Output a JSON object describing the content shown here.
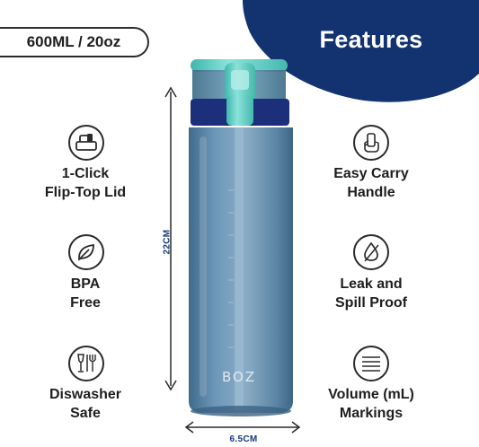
{
  "capacity_badge": "600ML / 20oz",
  "features_heading": "Features",
  "features_left": [
    {
      "line1": "1-Click",
      "line2": "Flip-Top Lid",
      "icon": "flip-top-lid-icon"
    },
    {
      "line1": "BPA",
      "line2": "Free",
      "icon": "leaf-icon"
    },
    {
      "line1": "Diswasher",
      "line2": "Safe",
      "icon": "dishwasher-icon"
    }
  ],
  "features_right": [
    {
      "line1": "Easy Carry",
      "line2": "Handle",
      "icon": "hand-grip-icon"
    },
    {
      "line1": "Leak and",
      "line2": "Spill Proof",
      "icon": "drop-icon"
    },
    {
      "line1": "Volume (mL)",
      "line2": "Markings",
      "icon": "markings-icon"
    }
  ],
  "dimensions": {
    "height": "22CM",
    "width": "6.5CM"
  },
  "bottle_brand": "BOZ",
  "colors": {
    "navy": "#12336f",
    "mint": "#6fd6cc",
    "bottle": "#5b86a6",
    "dimension": "#163a7a"
  }
}
